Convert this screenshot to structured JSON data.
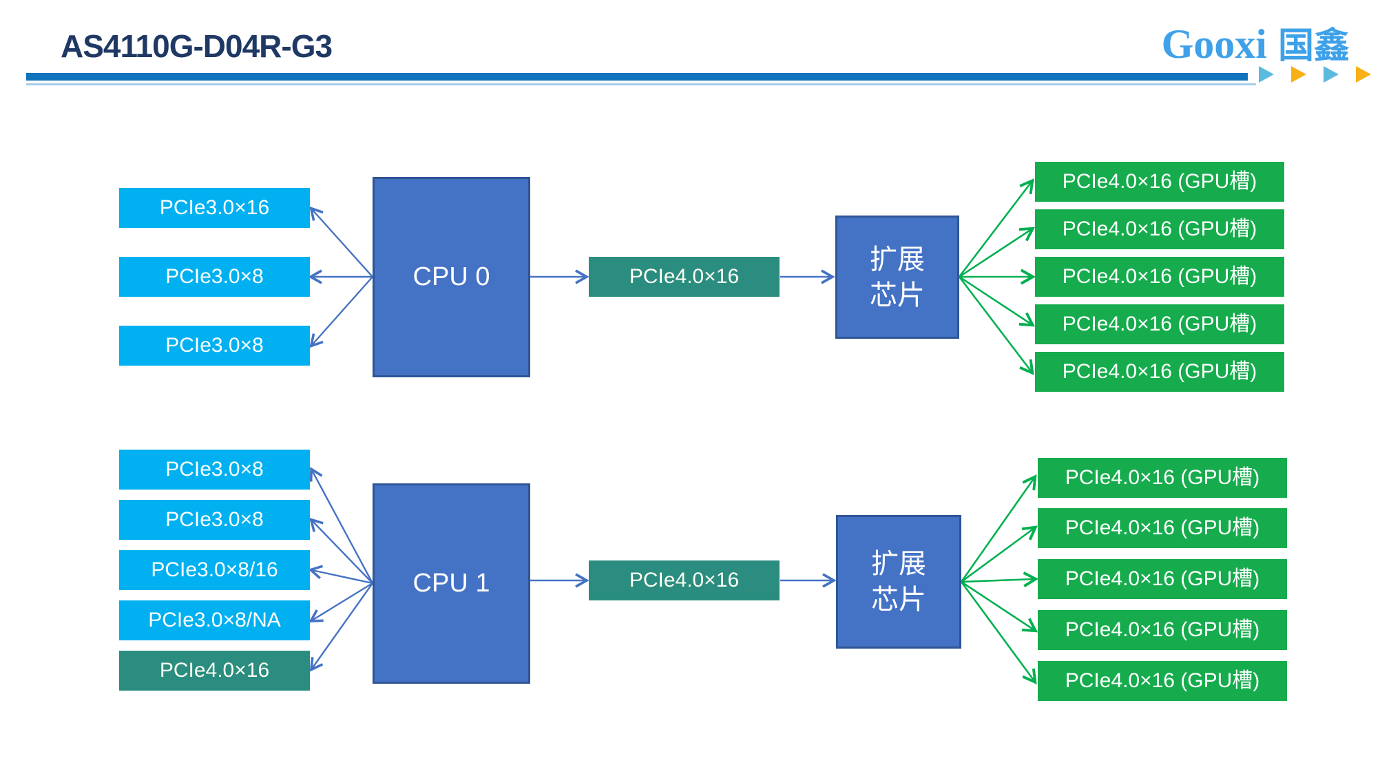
{
  "slide": {
    "title": "AS4110G-D04R-G3"
  },
  "brand": {
    "logo_latin": "Gooxi",
    "logo_cjk": "国鑫"
  },
  "colors": {
    "title_navy": "#1F3864",
    "header_bar_blue": "#1173BC",
    "header_thin_line": "#A9CCEA",
    "logo_blue": "#3EA1E9",
    "triangle_blue": "#5BBADE",
    "triangle_orange": "#F9B016",
    "slot_cyan": "#00B0F0",
    "slot_teal": "#2A8D80",
    "slot_green": "#16AC4D",
    "block_blue": "#4472C4",
    "block_border": "#2F5597",
    "arrow_blue": "#4472C4",
    "arrow_green": "#00B050"
  },
  "brand_triangles": [
    "lightblue",
    "orange",
    "lightblue",
    "orange"
  ],
  "sections": [
    {
      "cpu_label": "CPU 0",
      "left_slots": [
        {
          "label": "PCIe3.0×16",
          "variant": "cyan"
        },
        {
          "label": "PCIe3.0×8",
          "variant": "cyan"
        },
        {
          "label": "PCIe3.0×8",
          "variant": "cyan"
        }
      ],
      "uplink_label": "PCIe4.0×16",
      "expander": {
        "line1": "扩展",
        "line2": "芯片"
      },
      "gpu_slots": [
        "PCIe4.0×16 (GPU槽)",
        "PCIe4.0×16 (GPU槽)",
        "PCIe4.0×16 (GPU槽)",
        "PCIe4.0×16 (GPU槽)",
        "PCIe4.0×16 (GPU槽)"
      ]
    },
    {
      "cpu_label": "CPU 1",
      "left_slots": [
        {
          "label": "PCIe3.0×8",
          "variant": "cyan"
        },
        {
          "label": "PCIe3.0×8",
          "variant": "cyan"
        },
        {
          "label": "PCIe3.0×8/16",
          "variant": "cyan"
        },
        {
          "label": "PCIe3.0×8/NA",
          "variant": "cyan"
        },
        {
          "label": "PCIe4.0×16",
          "variant": "teal"
        }
      ],
      "uplink_label": "PCIe4.0×16",
      "expander": {
        "line1": "扩展",
        "line2": "芯片"
      },
      "gpu_slots": [
        "PCIe4.0×16 (GPU槽)",
        "PCIe4.0×16 (GPU槽)",
        "PCIe4.0×16 (GPU槽)",
        "PCIe4.0×16 (GPU槽)",
        "PCIe4.0×16 (GPU槽)"
      ]
    }
  ]
}
